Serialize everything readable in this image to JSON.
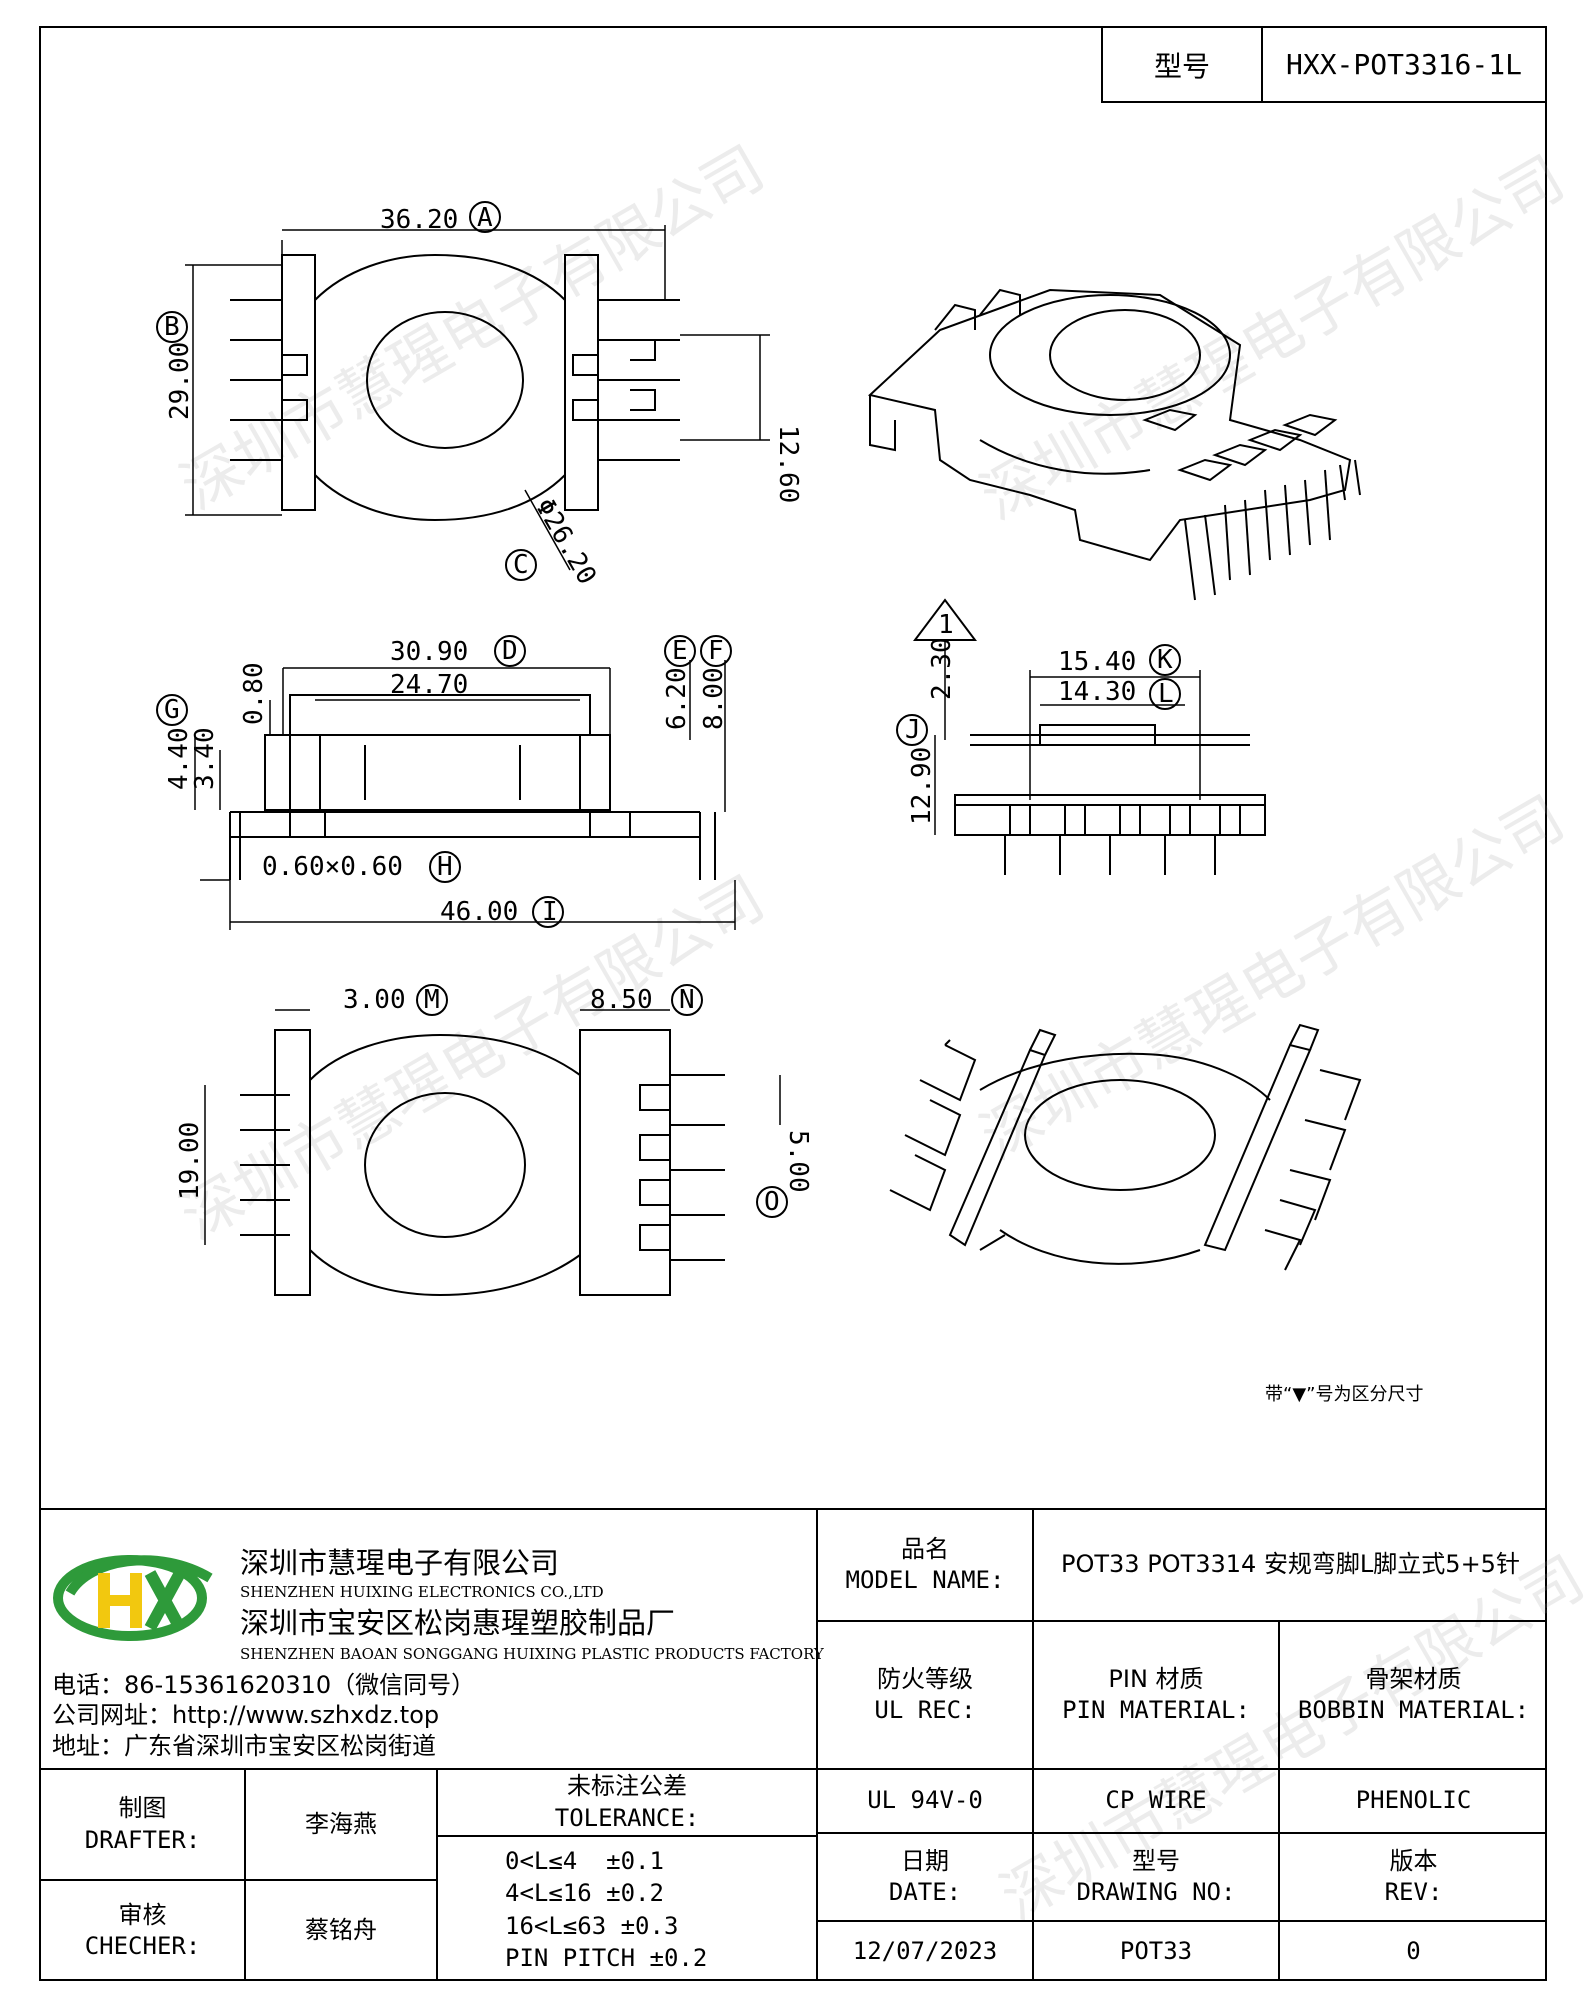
{
  "header": {
    "model_label": "型号",
    "model_value": "HXX-POT3316-1L"
  },
  "dims": {
    "A": "36.20",
    "A_tag": "A",
    "B": "29.00",
    "B_tag": "B",
    "C": "Φ26.20",
    "C_tag": "C",
    "side_height": "12.60",
    "D": "30.90",
    "D_tag": "D",
    "inner": "24.70",
    "E": "6.20",
    "E_tag": "E",
    "F": "8.00",
    "F_tag": "F",
    "flange": "0.80",
    "G": "4.40",
    "G_tag": "G",
    "g2": "3.40",
    "H": "0.60×0.60",
    "H_tag": "H",
    "I": "46.00",
    "I_tag": "I",
    "top_mark": "1",
    "tri_val": "2.30",
    "K": "15.40",
    "K_tag": "K",
    "L": "14.30",
    "L_tag": "L",
    "J": "12.90",
    "J_tag": "J",
    "M": "3.00",
    "M_tag": "M",
    "N": "8.50",
    "N_tag": "N",
    "left19": "19.00",
    "O": "5.00",
    "O_tag": "O"
  },
  "note": "带“▼”号为区分尺寸",
  "watermark": "深圳市慧瑆电子有限公司",
  "title_block": {
    "logo_text": "HX",
    "company_cn": "深圳市慧瑆电子有限公司",
    "company_en": "SHENZHEN HUIXING ELECTRONICS CO.,LTD",
    "factory_cn": "深圳市宝安区松岗惠瑆塑胶制品厂",
    "factory_en": "SHENZHEN BAOAN SONGGANG HUIXING PLASTIC PRODUCTS FACTORY",
    "phone": "电话：86-15361620310（微信同号）",
    "website": "公司网址：http://www.szhxdz.top",
    "address": "地址：广东省深圳市宝安区松岗街道",
    "model_name_cn": "品名",
    "model_name_en": "MODEL NAME:",
    "model_name_value": "POT33 POT3314 安规弯脚L脚立式5+5针",
    "ul_cn": "防火等级",
    "ul_en": "UL REC:",
    "pin_cn": "PIN 材质",
    "pin_en": "PIN MATERIAL:",
    "bobbin_cn": "骨架材质",
    "bobbin_en": "BOBBIN MATERIAL:",
    "ul_value": "UL 94V-0",
    "pin_value": "CP WIRE",
    "bobbin_value": "PHENOLIC",
    "drafter_cn": "制图",
    "drafter_en": "DRAFTER:",
    "drafter_name": "李海燕",
    "checker_cn": "审核",
    "checker_en": "CHECHER:",
    "checker_name": "蔡铭舟",
    "tol_cn": "未标注公差",
    "tol_en": "TOLERANCE:",
    "tol_1": "0<L≤4  ±0.1",
    "tol_2": "4<L≤16 ±0.2",
    "tol_3": "16<L≤63 ±0.3",
    "tol_4": "PIN PITCH ±0.2",
    "date_cn": "日期",
    "date_en": "DATE:",
    "drawing_cn": "型号",
    "drawing_en": "DRAWING NO:",
    "rev_cn": "版本",
    "rev_en": "REV:",
    "date_value": "12/07/2023",
    "drawing_value": "POT33",
    "rev_value": "0"
  }
}
